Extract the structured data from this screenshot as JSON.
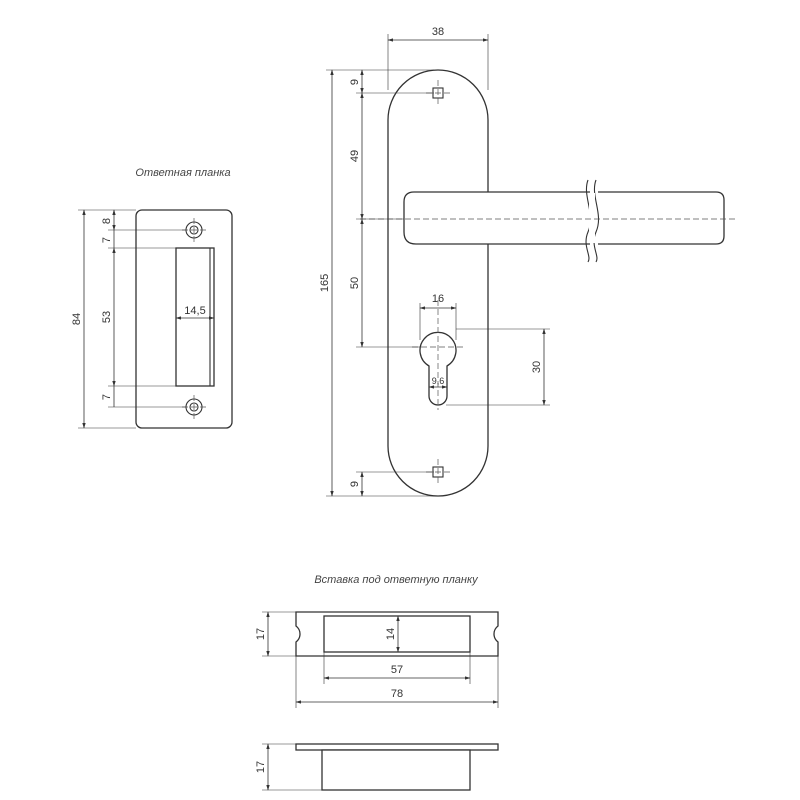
{
  "captions": {
    "strike_plate": "Ответная планка",
    "strike_insert": "Вставка под ответную планку"
  },
  "dimensions": {
    "plate_width": "38",
    "top_hole_offset": "9",
    "hole_to_lever": "49",
    "lever_to_keyhole": "50",
    "total_height": "165",
    "bottom_hole_offset": "9",
    "keyhole_width": "16",
    "keyhole_height": "30",
    "keyhole_slot": "9,6",
    "strike_height": "84",
    "strike_top_offset": "8",
    "strike_upper_gap": "7",
    "strike_window_height": "53",
    "strike_lower_gap": "7",
    "strike_window_width": "14,5",
    "insert_height": "17",
    "insert_inner_height": "14",
    "insert_inner_width": "57",
    "insert_total_width": "78",
    "insert_side_height": "17"
  }
}
